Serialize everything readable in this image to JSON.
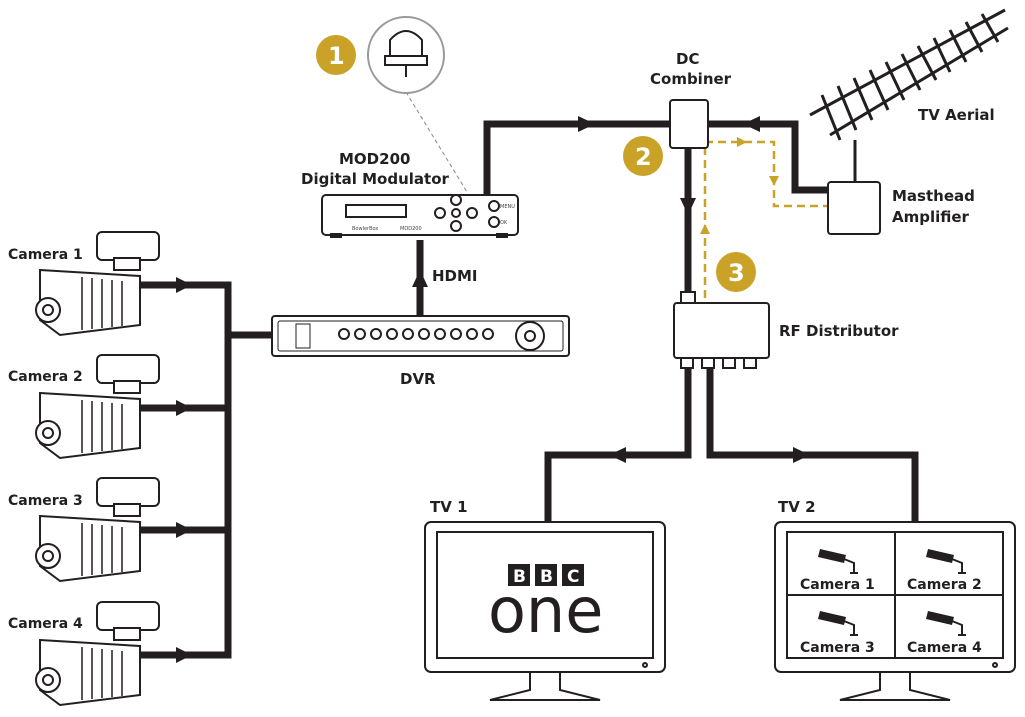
{
  "labels": {
    "camera1": "Camera 1",
    "camera2": "Camera 2",
    "camera3": "Camera 3",
    "camera4": "Camera 4",
    "mod_line1": "MOD200",
    "mod_line2": "Digital Modulator",
    "hdmi": "HDMI",
    "dvr": "DVR",
    "dc_line1": "DC",
    "dc_line2": "Combiner",
    "tv_aerial": "TV Aerial",
    "masthead_line1": "Masthead",
    "masthead_line2": "Amplifier",
    "rf_distributor": "RF Distributor",
    "tv1": "TV 1",
    "tv2": "TV 2"
  },
  "steps": [
    "1",
    "2",
    "3"
  ],
  "tv1_screen": {
    "bbc_letters": [
      "B",
      "B",
      "C"
    ],
    "channel": "one"
  },
  "tv2_screen": {
    "cells": [
      "Camera 1",
      "Camera 2",
      "Camera 3",
      "Camera 4"
    ]
  },
  "modulator_front": {
    "brand": "BowlerBox",
    "model": "MOD200",
    "menu": "MENU",
    "ok": "OK"
  },
  "colors": {
    "cable": "#231f20",
    "step_badge": "#c9a227",
    "dc_path": "#c9a227",
    "bbc_box": "#231f20"
  }
}
